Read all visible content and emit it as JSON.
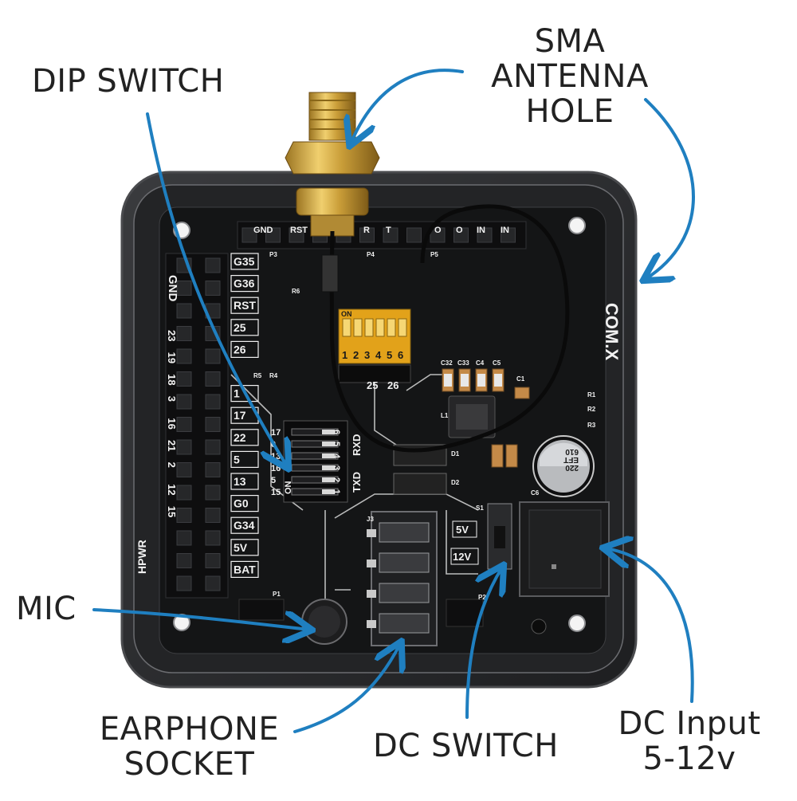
{
  "callouts": {
    "dip_switch": "DIP SWITCH",
    "sma_antenna": [
      "SMA",
      "ANTENNA",
      "HOLE"
    ],
    "mic": "MIC",
    "earphone_socket": [
      "EARPHONE",
      "SOCKET"
    ],
    "dc_switch": "DC SWITCH",
    "dc_input": [
      "DC Input",
      "5-12v"
    ]
  },
  "board": {
    "brand": "COM.X",
    "headers_top": [
      "GND",
      "RST",
      "R",
      "T",
      "O",
      "O",
      "IN",
      "IN"
    ],
    "header_left_side_label": "GND",
    "pin_labels_left": [
      "G35",
      "G36",
      "RST",
      "25",
      "26",
      "",
      "1",
      "17",
      "22",
      "5",
      "13",
      "G0",
      "G34",
      "5V",
      "BAT"
    ],
    "left_row_numbers": [
      "23",
      "19",
      "18",
      "3",
      "16",
      "21",
      "2",
      "12",
      "15"
    ],
    "hpwr_label": "HPWR",
    "dip_small_numbers": [
      "1",
      "2",
      "3",
      "4",
      "5",
      "6"
    ],
    "dip_small_labels": [
      "25",
      "26"
    ],
    "dip_small_on": "ON",
    "dip_large_numbers": [
      "17",
      "0",
      "13",
      "16",
      "5",
      "15"
    ],
    "dip_large_cols": [
      "6",
      "5",
      "4",
      "3",
      "2",
      "1"
    ],
    "dip_large_on": "ON",
    "dip_large_labels": [
      "RXD",
      "TXD"
    ],
    "voltage_labels": [
      "5V",
      "12V"
    ],
    "components": [
      "C32",
      "C33",
      "C4",
      "C5",
      "C1",
      "L1",
      "R1",
      "R2",
      "R3",
      "C6",
      "D1",
      "D2",
      "J3",
      "S1",
      "P1",
      "P2",
      "P3",
      "P4",
      "P5",
      "R4",
      "R5",
      "R6"
    ],
    "capacitor_text": [
      "220",
      "EFT",
      "610"
    ]
  },
  "colors": {
    "arrow": "#1f7fc0",
    "board": "#151617",
    "case": "#2a2b2d",
    "silkscreen": "#f1f1f1",
    "dip_yellow": "#e2a21a",
    "gold": "#c9a23f"
  }
}
